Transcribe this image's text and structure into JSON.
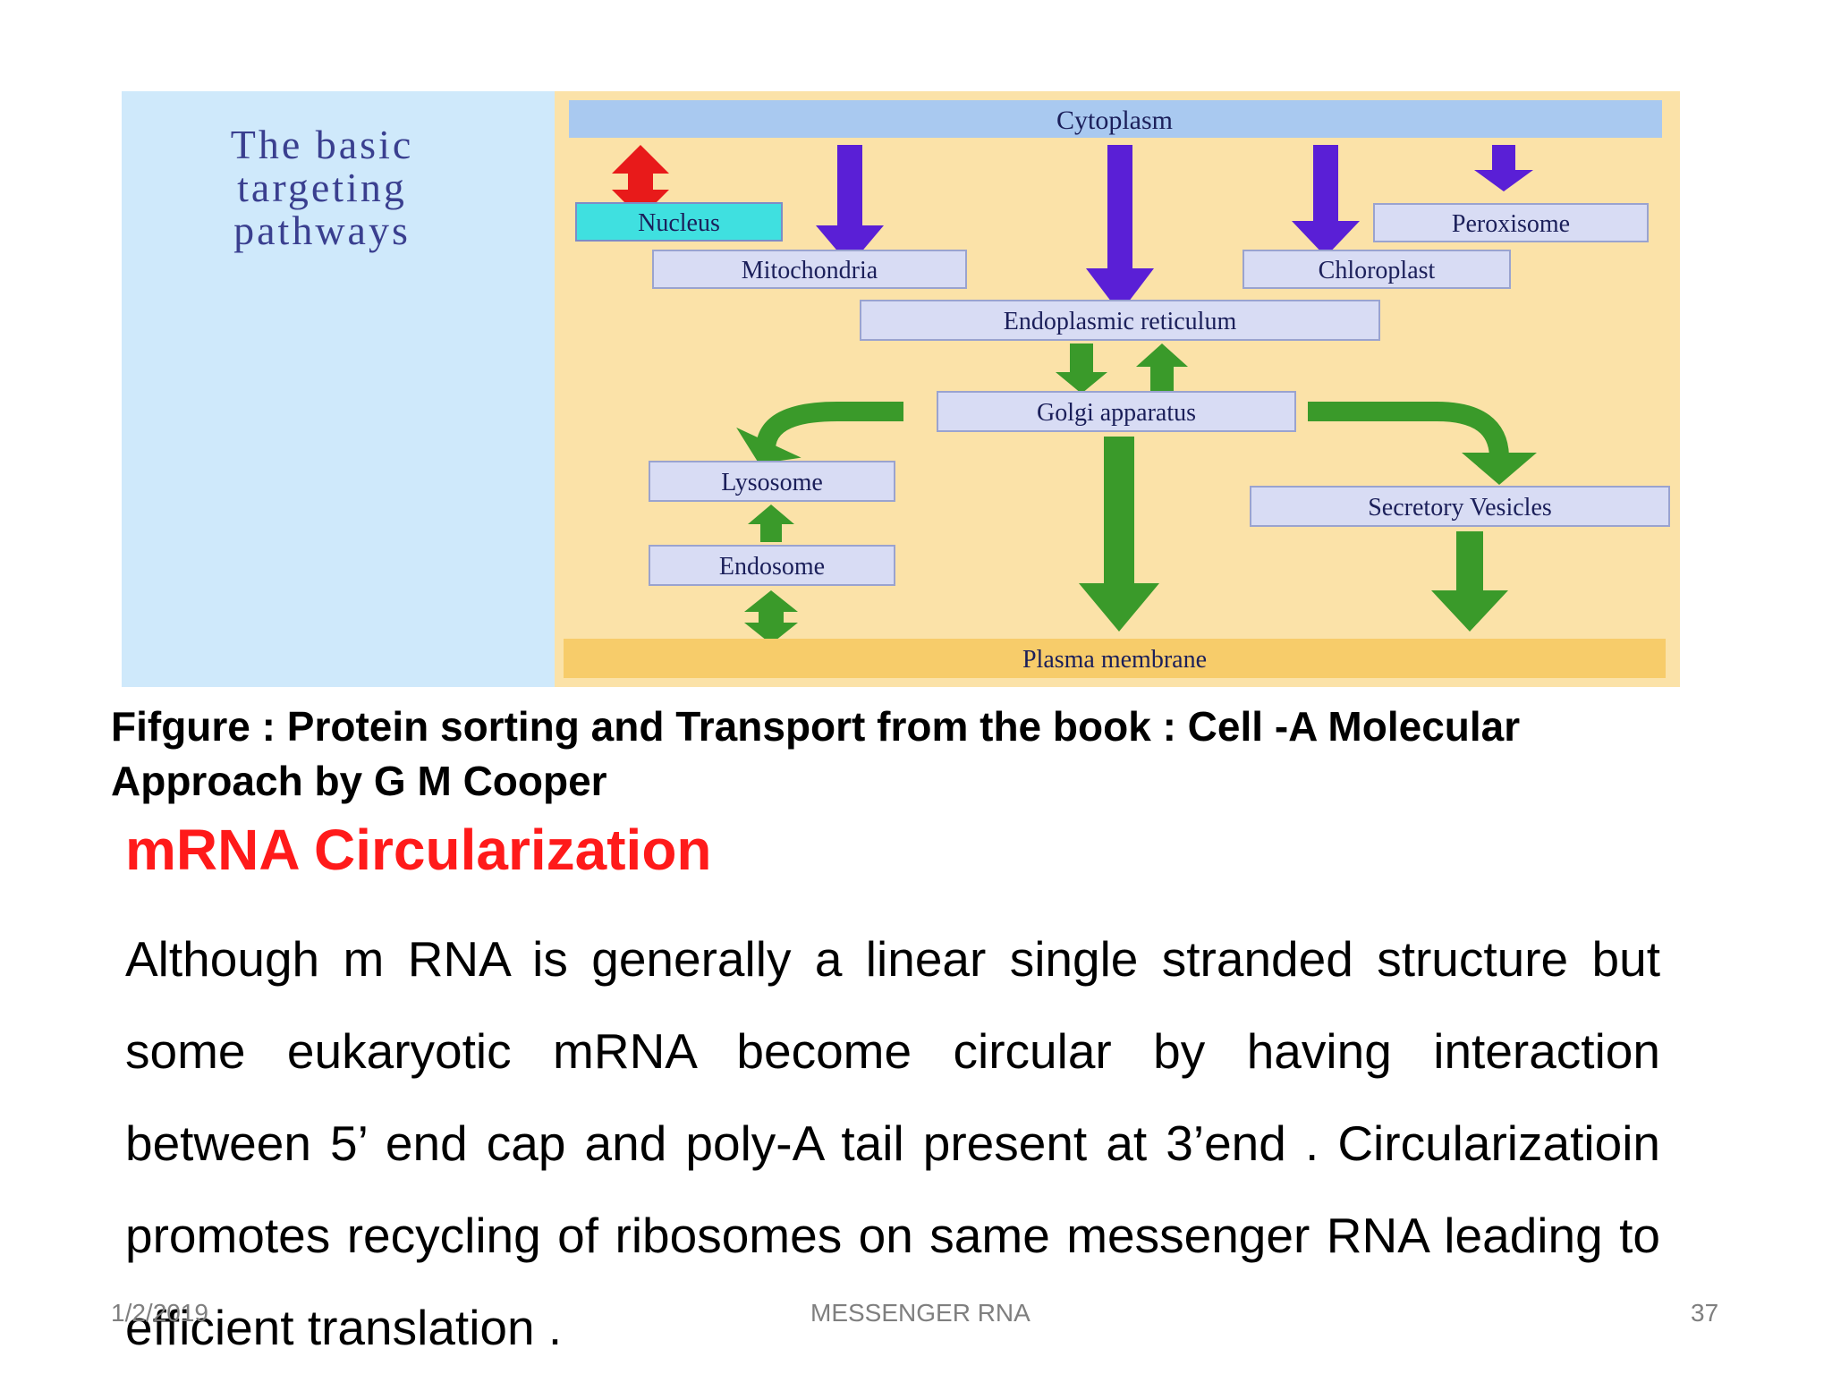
{
  "figure": {
    "side_title": "The basic targeting pathways",
    "labels": {
      "cytoplasm": "Cytoplasm",
      "nucleus": "Nucleus",
      "mitochondria": "Mitochondria",
      "chloroplast": "Chloroplast",
      "peroxisome": "Peroxisome",
      "er": "Endoplasmic reticulum",
      "golgi": "Golgi apparatus",
      "lysosome": "Lysosome",
      "endosome": "Endosome",
      "secretory": "Secretory Vesicles",
      "plasma": "Plasma membrane"
    },
    "colors": {
      "left_panel": "#cfe9fb",
      "main_panel": "#fbe2a8",
      "bar": "#a9c9f0",
      "nucleus_box": "#3fe0e0",
      "label_box": "#d8dcf4",
      "red_arrow": "#e81a1a",
      "purple_arrow": "#5a1fd6",
      "green_arrow": "#3a9a2a",
      "plasma_bar": "#f7cc6a"
    }
  },
  "caption": "Fifgure : Protein sorting and Transport  from  the book  : Cell  -A Molecular Approach  by G M Cooper",
  "heading": "mRNA Circularization",
  "body": "Although m RNA is generally a linear single stranded structure  but some   eukaryotic mRNA become   circular by having   interaction between 5’ end cap and poly-A tail present at 3’end . Circularizatioin promotes recycling of ribosomes on same messenger RNA leading to efficient translation .",
  "footer": {
    "date": "1/2/2019",
    "title": "MESSENGER RNA",
    "page": "37"
  }
}
